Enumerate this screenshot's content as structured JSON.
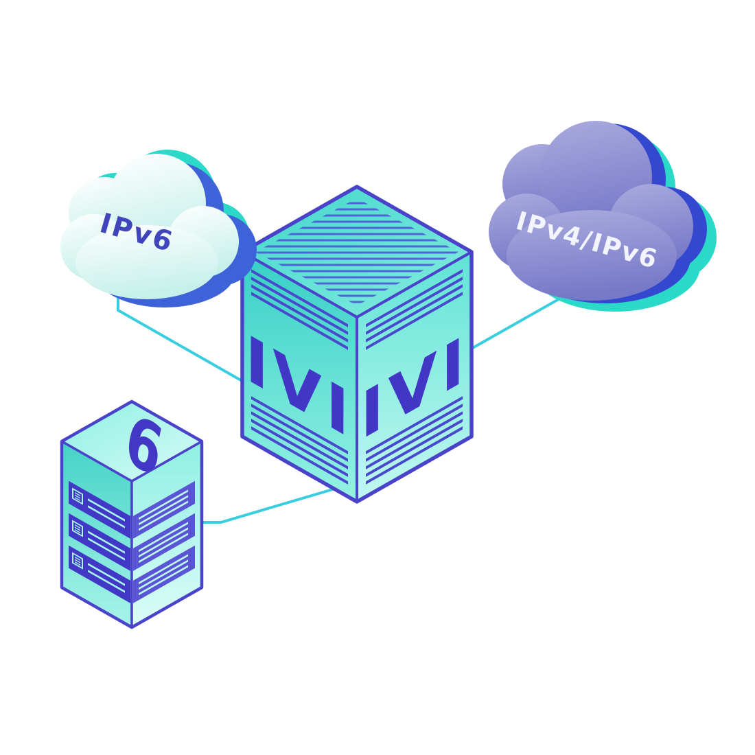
{
  "labels": {
    "left_cloud": "IPv6",
    "right_cloud": "IPv4/IPv6",
    "box_left_face": "IVI",
    "box_right_face": "IVI",
    "server_top": "6"
  },
  "diagram": {
    "type": "isometric-network-illustration",
    "nodes": [
      {
        "id": "ipv6-cloud",
        "shape": "cloud",
        "label": "IPv6",
        "position": "top-left"
      },
      {
        "id": "ipv4-ipv6-cloud",
        "shape": "cloud",
        "label": "IPv4/IPv6",
        "position": "top-right"
      },
      {
        "id": "ivi-translator-box",
        "shape": "isometric-cube",
        "label": "IVI",
        "position": "center"
      },
      {
        "id": "ipv6-server-rack",
        "shape": "isometric-server",
        "label": "6",
        "position": "bottom-left"
      }
    ],
    "connections": [
      {
        "from": "ipv6-cloud",
        "to": "ivi-translator-box"
      },
      {
        "from": "ipv4-ipv6-cloud",
        "to": "ivi-translator-box"
      },
      {
        "from": "ipv6-server-rack",
        "to": "ivi-translator-box"
      }
    ]
  },
  "colors": {
    "connector_cyan": "#39CEDF",
    "edge_indigo": "#4A43C9",
    "stripe_indigo": "#4848CC",
    "label_indigo": "#4145BC",
    "cloud_purple": "#7B7DCB",
    "teal_accent": "#2BD9C8",
    "blue_accent": "#3E63D8",
    "face_teal": "#35CFC6",
    "white_label": "#F2F4FF"
  }
}
